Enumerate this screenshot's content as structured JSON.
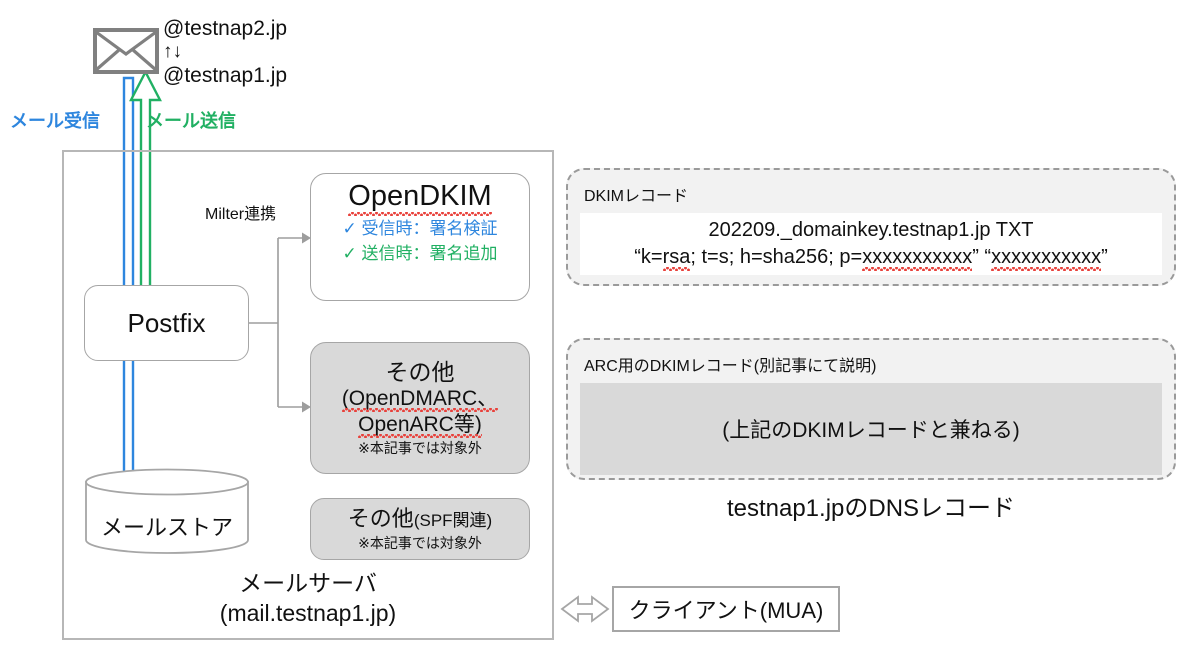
{
  "top": {
    "envelope_icon": "envelope-icon",
    "domain_to": "@testnap2.jp",
    "bidirectional_arrows": "↑↓",
    "domain_from": "@testnap1.jp",
    "label_receive": "メール受信",
    "label_send": "メール送信",
    "color_receive": "#2E86DE",
    "color_send": "#21B063"
  },
  "server": {
    "caption_line1": "メールサーバ",
    "caption_line2": "(mail.testnap1.jp)",
    "postfix": "Postfix",
    "milter_label": "Milter連携",
    "mail_store": "メールストア",
    "opendkim": {
      "title": "OpenDKIM",
      "check_receive": "✓ 受信時：署名検証",
      "check_send": "✓ 送信時：署名追加"
    },
    "other_box": {
      "line1": "その他",
      "line2": "(OpenDMARC、",
      "line3": "OpenARC等)",
      "note": "※本記事では対象外"
    },
    "spf_box": {
      "line1_main": "その他",
      "line1_sub": "(SPF関連)",
      "note": "※本記事では対象外"
    }
  },
  "client": {
    "label": "クライアント(MUA)"
  },
  "dns": {
    "caption": "testnap1.jpのDNSレコード",
    "dkim_panel": {
      "title": "DKIMレコード",
      "record_line1": "202209._domainkey.testnap1.jp TXT",
      "record_line2_prefix": "“k=",
      "record_line2_rsa": "rsa",
      "record_line2_mid": "; t=s; h=sha256; p=",
      "record_line2_key1": "xxxxxxxxxxx",
      "record_line2_between": "” “",
      "record_line2_key2": "xxxxxxxxxxx",
      "record_line2_suffix": "”"
    },
    "arc_panel": {
      "title": "ARC用のDKIMレコード(別記事にて説明)",
      "body": "(上記のDKIMレコードと兼ねる)"
    }
  }
}
